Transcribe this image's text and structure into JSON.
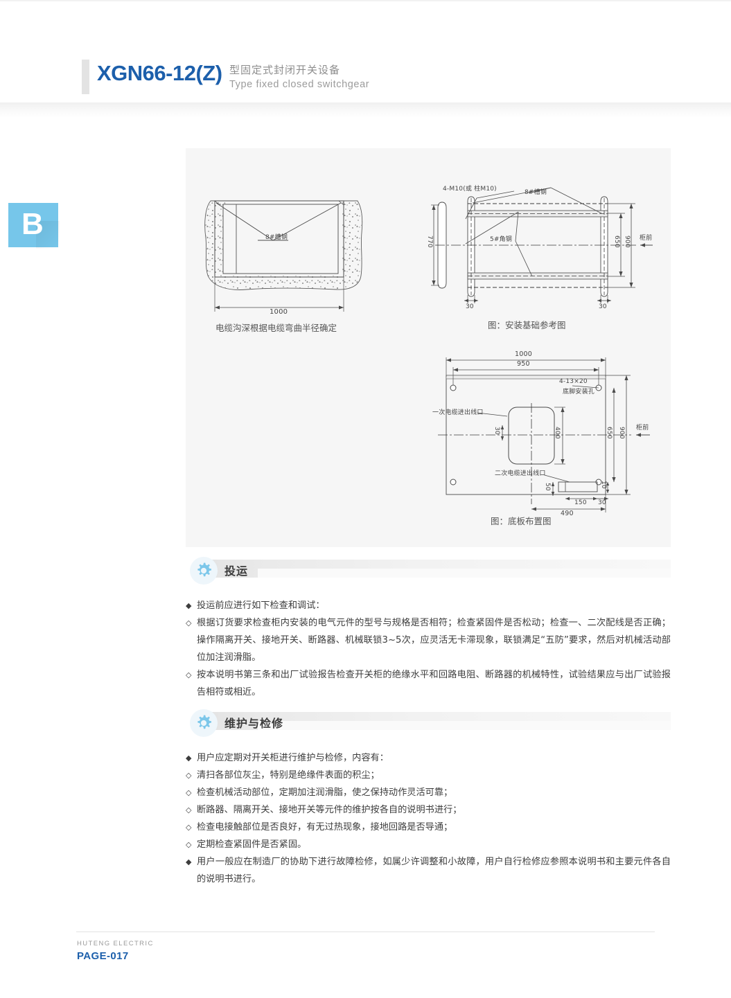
{
  "header": {
    "model": "XGN66-12(Z)",
    "subtitle_cn": "型固定式封闭开关设备",
    "subtitle_en": "Type fixed closed switchgear"
  },
  "side_tab": {
    "letter": "B"
  },
  "figures": {
    "fig1": {
      "caption": "电缆沟深根据电缆弯曲半径确定",
      "labels": {
        "channel_steel": "8#槽钢",
        "width": "1000"
      }
    },
    "fig2": {
      "caption": "图：安装基础参考图",
      "labels": {
        "anchor": "4-M10(或 柱M10)",
        "channel_steel": "8#槽钢",
        "angle_steel": "5#角钢",
        "h770": "770",
        "h650": "650",
        "h900": "900",
        "left_30": "30",
        "right_30": "30",
        "front": "柜前"
      }
    },
    "fig3": {
      "caption": "图：底板布置图",
      "labels": {
        "w1000": "1000",
        "w950": "950",
        "mount_hole": "4-13×20",
        "mount_hole_cn": "底脚安装孔",
        "primary_cable": "一次电缆进出线口",
        "secondary_cable": "二次电缆进出线口",
        "d30": "30",
        "d400": "400",
        "d650": "650",
        "d900": "900",
        "d50": "50",
        "d10": "10",
        "d150": "150",
        "d30b": "30",
        "d490": "490",
        "front": "柜前"
      }
    }
  },
  "sections": [
    {
      "id": "commissioning",
      "title": "投运",
      "icon": "gear-icon",
      "items": [
        {
          "marker": "◆",
          "text": "投运前应进行如下检查和调试："
        },
        {
          "marker": "◇",
          "text": "根据订货要求检查柜内安装的电气元件的型号与规格是否相符；检查紧固件是否松动；检查一、二次配线是否正确；操作隔离开关、接地开关、断路器、机械联锁3~5次，应灵活无卡滞现象，联锁满足“五防”要求，然后对机械活动部位加注润滑脂。"
        },
        {
          "marker": "◇",
          "text": "按本说明书第三条和出厂试验报告检查开关柜的绝缘水平和回路电阻、断路器的机械特性，试验结果应与出厂试验报告相符或相近。"
        }
      ]
    },
    {
      "id": "maintenance",
      "title": "维护与检修",
      "icon": "gear-icon",
      "items": [
        {
          "marker": "◆",
          "text": "用户应定期对开关柜进行维护与检修，内容有："
        },
        {
          "marker": "◇",
          "text": "清扫各部位灰尘，特别是绝缘件表面的积尘；"
        },
        {
          "marker": "◇",
          "text": "检查机械活动部位，定期加注润滑脂，使之保持动作灵活可靠；"
        },
        {
          "marker": "◇",
          "text": "断路器、隔离开关、接地开关等元件的维护按各自的说明书进行；"
        },
        {
          "marker": "◇",
          "text": "检查电接触部位是否良好，有无过热现象，接地回路是否导通；"
        },
        {
          "marker": "◇",
          "text": "定期检查紧固件是否紧固。"
        },
        {
          "marker": "◆",
          "text": "用户一般应在制造厂的协助下进行故障检修，如属少许调整和小故障，用户自行检修应参照本说明书和主要元件各自的说明书进行。"
        }
      ]
    }
  ],
  "footer": {
    "brand": "HUTENG ELECTRIC",
    "page": "PAGE-017"
  },
  "colors": {
    "accent_blue": "#1c5fab",
    "tab_blue": "#76c6ea",
    "panel_gray": "#f6f6f6"
  }
}
